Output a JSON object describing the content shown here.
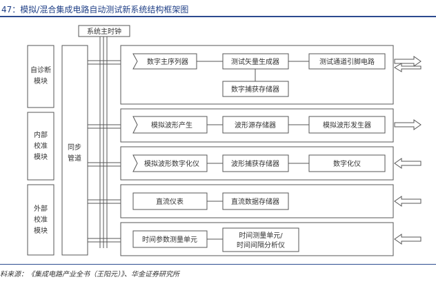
{
  "header": {
    "title": "47：模拟/混合集成电路自动测试新系统结构框架图"
  },
  "footer": {
    "source": "料来源：《集成电路产业全书（王阳元）》、华金证券研究所"
  },
  "diagram": {
    "clock": "系统主时钟",
    "left_blocks": {
      "self_diag": [
        "自诊断",
        "模块"
      ],
      "internal_cal": [
        "内部",
        "校准",
        "模块"
      ],
      "external_cal": [
        "外部",
        "校准",
        "模块"
      ],
      "sync": [
        "同步",
        "管道"
      ]
    },
    "rows": [
      {
        "a": "数字主序列器",
        "b": "测试矢量生成器",
        "c": "测试通道引脚电路",
        "d": "数字捕获存储器"
      },
      {
        "a": "模拟波形产生",
        "b": "波形源存储器",
        "c": "模拟波形发生器"
      },
      {
        "a": "模拟波形数字化仪",
        "b": "波形捕获存储器",
        "c": "数字化仪"
      },
      {
        "a": "直流仪表",
        "b": "直流数据存储器"
      },
      {
        "a": "时间参数测量单元",
        "b1": "时间测量单元/",
        "b2": "时间间隔分析仪"
      }
    ]
  }
}
